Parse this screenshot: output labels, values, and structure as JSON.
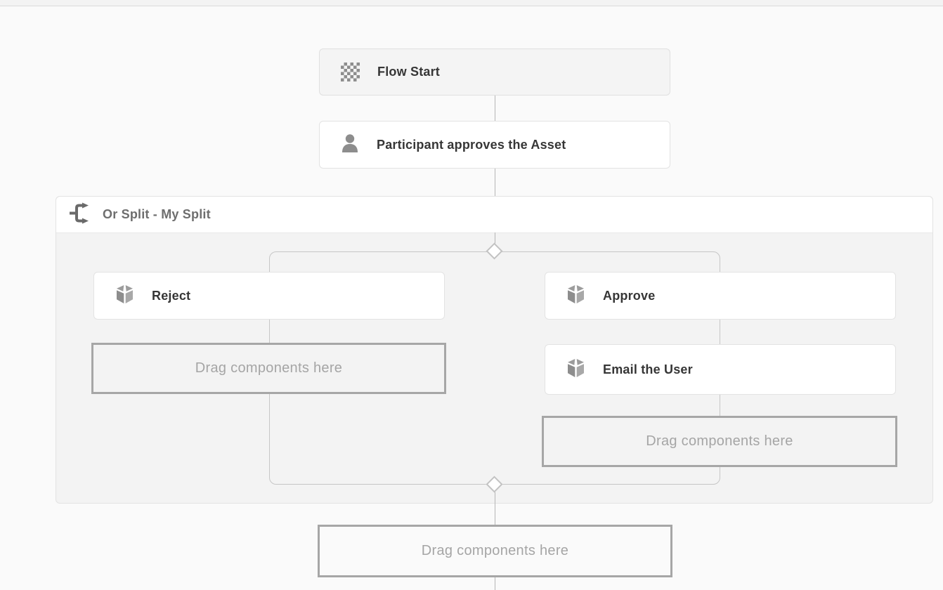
{
  "colors": {
    "canvas_bg": "#fafafa",
    "split_body_bg": "#f3f3f3",
    "node_bg": "#ffffff",
    "flow_start_bg": "#f4f4f4",
    "node_border": "#e3e3e3",
    "node_text": "#363636",
    "split_title_text": "#6e6e6e",
    "dropzone_border": "#a6a6a6",
    "dropzone_text": "#a5a5a5",
    "connector": "#b6b6b6",
    "icon_gray": "#8d8d8d"
  },
  "flow": {
    "start": {
      "label": "Flow Start",
      "icon": "checkerboard-icon"
    },
    "participant": {
      "label": "Participant approves the Asset",
      "icon": "user-icon"
    },
    "split": {
      "label": "Or Split - My Split",
      "icon": "split-icon",
      "branches": {
        "left": {
          "steps": [
            {
              "label": "Reject",
              "icon": "component-box-icon"
            }
          ],
          "dropzone_label": "Drag components here"
        },
        "right": {
          "steps": [
            {
              "label": "Approve",
              "icon": "component-box-icon"
            },
            {
              "label": "Email the User",
              "icon": "component-box-icon"
            }
          ],
          "dropzone_label": "Drag components here"
        }
      }
    },
    "bottom_dropzone_label": "Drag components here"
  }
}
